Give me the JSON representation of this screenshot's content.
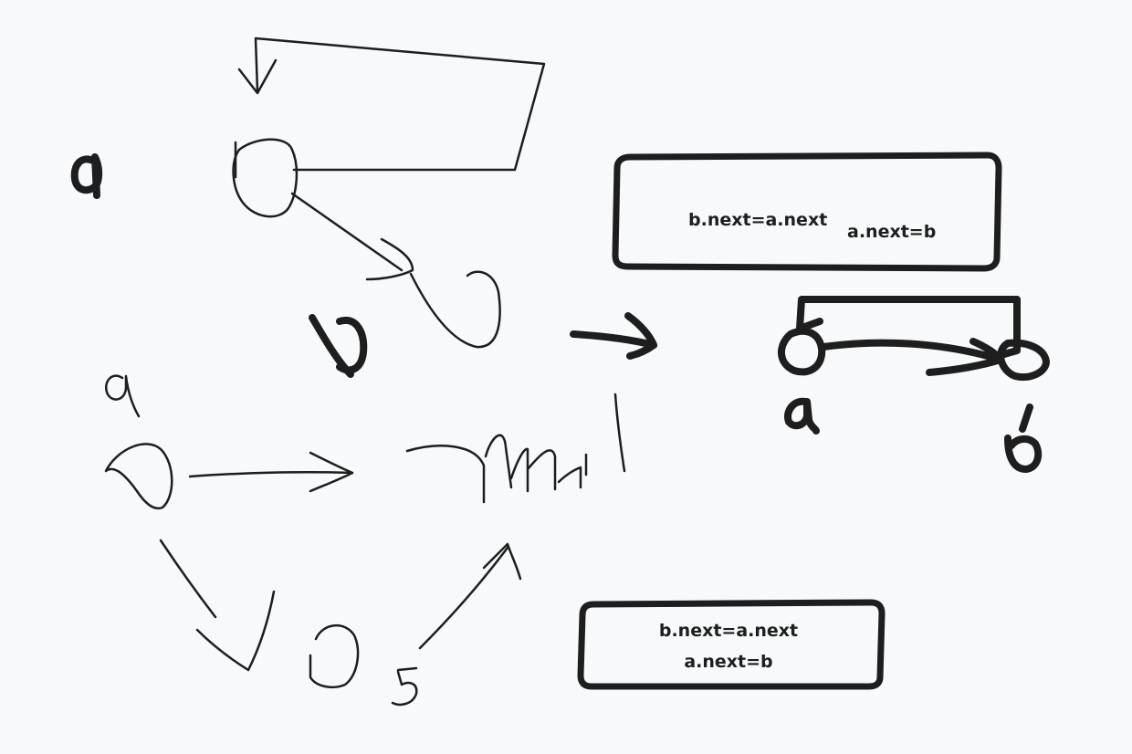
{
  "note_top": {
    "line1": "b.next=a.next",
    "line2": "a.next=b"
  },
  "note_bottom": {
    "line1": "b.next=a.next",
    "line2": "a.next=b"
  },
  "ink_color": "#1e1e1e",
  "background_color": "#f8f9fa"
}
